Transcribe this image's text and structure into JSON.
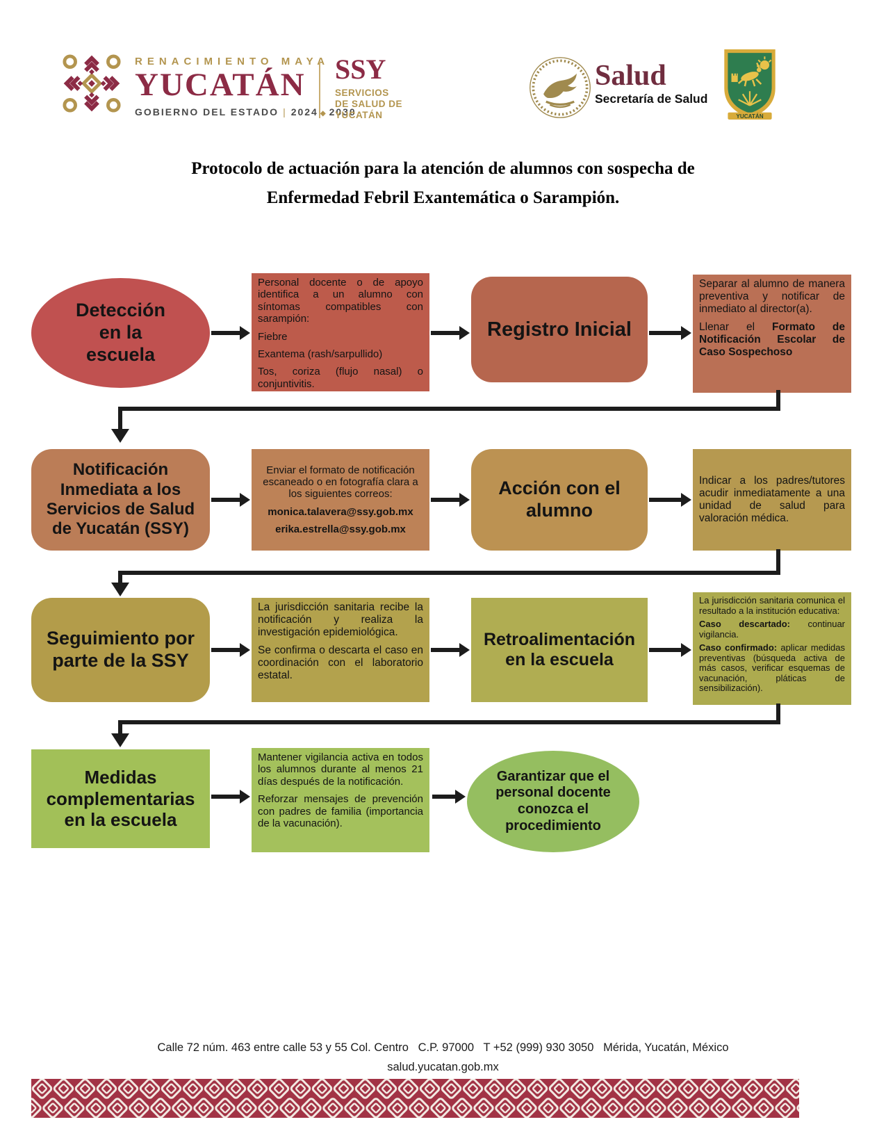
{
  "colors": {
    "brand_maroon": "#8c2b45",
    "brand_gold": "#b3954f",
    "connector_black": "#1c1c1c",
    "footer_border_red": "#a23345",
    "stage_colors": [
      "#c05150",
      "#bd5b4b",
      "#b6664e",
      "#ba7055",
      "#bb7d57",
      "#bd8257",
      "#bc9252",
      "#b69950",
      "#b39c4a",
      "#b3a24d",
      "#b0ad52",
      "#adab4f",
      "#a2c058",
      "#a4c15c",
      "#95be60"
    ]
  },
  "header": {
    "renacimiento": "RENACIMIENTO MAYA",
    "yucatan": "YUCATÁN",
    "gobierno": "GOBIERNO DEL ESTADO",
    "gob_sep": "|",
    "period_start": "2024",
    "period_sep": "◆",
    "period_end": "2030",
    "ssy": "SSY",
    "ssy_line1": "SERVICIOS",
    "ssy_line2": "DE SALUD DE",
    "ssy_line3": "YUCATÁN",
    "salud": "Salud",
    "salud_sub": "Secretaría de Salud",
    "shield_label": "YUCATÁN"
  },
  "title": {
    "line1": "Protocolo de actuación para la atención de alumnos con sospecha de",
    "line2": "Enfermedad Febril Exantemática o Sarampión."
  },
  "flow": {
    "r1": {
      "c1": "Detección en la escuela",
      "c2_p1": "Personal docente o de apoyo identifica a un alumno con síntomas compatibles con sarampión:",
      "c2_p2": "Fiebre",
      "c2_p3": "Exantema (rash/sarpullido)",
      "c2_p4": "Tos, coriza (flujo nasal) o conjuntivitis.",
      "c3": "Registro Inicial",
      "c4_p1": "Separar al alumno de manera preventiva y notificar de inmediato al director(a).",
      "c4_p2a": "Llenar el ",
      "c4_p2b": "Formato de Notificación Escolar de Caso Sospechoso"
    },
    "r2": {
      "c1": "Notificación Inmediata a los Servicios de Salud de Yucatán (SSY)",
      "c2_p1": "Enviar el formato de notificación escaneado o en fotografía clara a los siguientes correos:",
      "c2_email1": "monica.talavera@ssy.gob.mx",
      "c2_email2": "erika.estrella@ssy.gob.mx",
      "c3": "Acción con el alumno",
      "c4_p1": "Indicar a los padres/tutores acudir inmediatamente a una unidad de salud para valoración médica."
    },
    "r3": {
      "c1": "Seguimiento por parte de la SSY",
      "c2_p1": "La jurisdicción sanitaria recibe la notificación y realiza la investigación epidemiológica.",
      "c2_p2": "Se confirma o descarta el caso en coordinación con el laboratorio estatal.",
      "c3": "Retroalimentación en la escuela",
      "c4_p1": "La jurisdicción sanitaria comunica el resultado a la institución educativa:",
      "c4_p2a": "Caso descartado:",
      "c4_p2b": " continuar vigilancia.",
      "c4_p3a": "Caso confirmado:",
      "c4_p3b": " aplicar medidas preventivas (búsqueda activa de más casos, verificar esquemas de vacunación, pláticas de sensibilización)."
    },
    "r4": {
      "c1": "Medidas complementarias en la escuela",
      "c2_p1": "Mantener vigilancia activa en todos los alumnos durante al menos 21 días después de la notificación.",
      "c2_p2": "Reforzar mensajes de prevención con padres de familia (importancia de la vacunación).",
      "c3": "Garantizar que el personal docente conozca el procedimiento"
    }
  },
  "footer": {
    "address": "Calle 72 núm. 463 entre calle 53 y 55 Col. Centro   C.P. 97000   T +52 (999) 930 3050   Mérida, Yucatán, México",
    "website": "salud.yucatan.gob.mx"
  }
}
